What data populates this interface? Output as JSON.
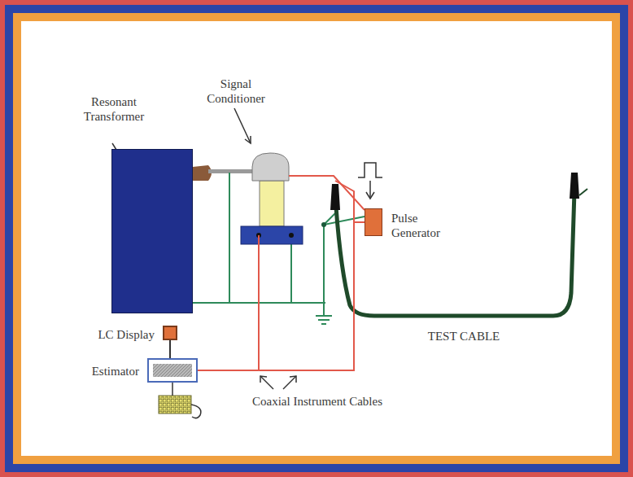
{
  "diagram": {
    "nodes": [
      {
        "text": [
          "Resonant Transformer"
        ]
      },
      {
        "text": [
          "Pulse Generator"
        ]
      },
      {
        "text": [
          "LC Display"
        ]
      },
      {
        "text": [
          "Estimator"
        ]
      }
    ],
    "edges": [
      {
        "from": 2,
        "to": 3,
        "arrow": "none"
      },
      {
        "from": 3,
        "to": 1,
        "arrow": "none"
      }
    ],
    "labels": [
      "Signal Conditioner",
      "TEST CABLE",
      "Coaxial Instrument Cables"
    ]
  }
}
